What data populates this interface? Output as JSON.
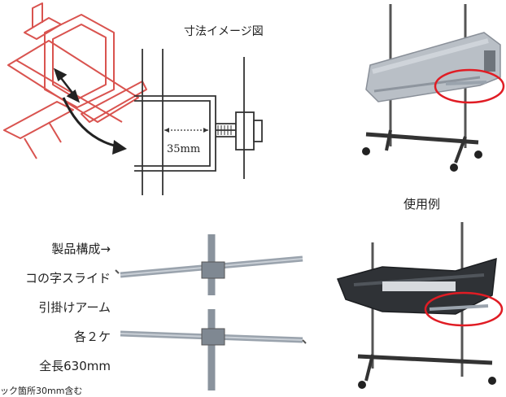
{
  "diagram": {
    "title": "寸法イメージ図",
    "dimension_label": "35mm"
  },
  "usage": {
    "caption": "使用例"
  },
  "product": {
    "heading": "製品構成→",
    "line1": "コの字スライド",
    "line2": "引掛けアーム",
    "line3": "各２ケ",
    "line4": "全長630mm",
    "line5": "ック箇所30mm含む"
  },
  "colors": {
    "highlight_red": "#e01c24",
    "sketch_red": "#d9534f",
    "metal": "#9aa3ad"
  }
}
